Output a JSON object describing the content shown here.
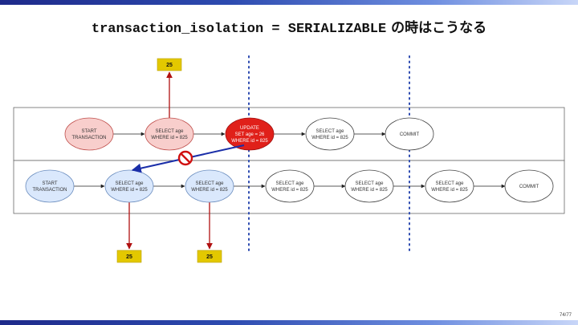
{
  "title": {
    "code": "transaction_isolation = SERIALIZABLE",
    "suffix": " の時はこうなる"
  },
  "page_number": "74/77",
  "colors": {
    "accent_blue": "#2d4bb0",
    "red_node_fill": "#f8cecc",
    "red_node_stroke": "#c0504d",
    "update_fill": "#e0201a",
    "blue_node_fill": "#dae8fc",
    "blue_node_stroke": "#6c8ebf",
    "value_box": "#e3c800",
    "red_arrow": "#b01010",
    "blue_arrow": "#1a2ea8"
  },
  "transaction_a": {
    "nodes": [
      {
        "lines": [
          "START",
          "TRANSACTION"
        ]
      },
      {
        "lines": [
          "SELECT age",
          "WHERE id = 825"
        ]
      },
      {
        "lines": [
          "UPDATE",
          "SET age = 26",
          "WHERE id = 825"
        ]
      },
      {
        "lines": [
          "SELECT age",
          "WHERE id = 825"
        ]
      },
      {
        "lines": [
          "COMMIT"
        ]
      }
    ],
    "result": "25"
  },
  "transaction_b": {
    "nodes": [
      {
        "lines": [
          "START",
          "TRANSACTION"
        ]
      },
      {
        "lines": [
          "SELECT age",
          "WHERE id = 825"
        ]
      },
      {
        "lines": [
          "SELECT age",
          "WHERE id = 825"
        ]
      },
      {
        "lines": [
          "SELECT age",
          "WHERE id = 825"
        ]
      },
      {
        "lines": [
          "SELECT age",
          "WHERE id = 825"
        ]
      },
      {
        "lines": [
          "SELECT age",
          "WHERE id = 825"
        ]
      },
      {
        "lines": [
          "COMMIT"
        ]
      }
    ],
    "results": [
      "25",
      "25"
    ]
  },
  "blocked_icon": "no-entry-icon"
}
